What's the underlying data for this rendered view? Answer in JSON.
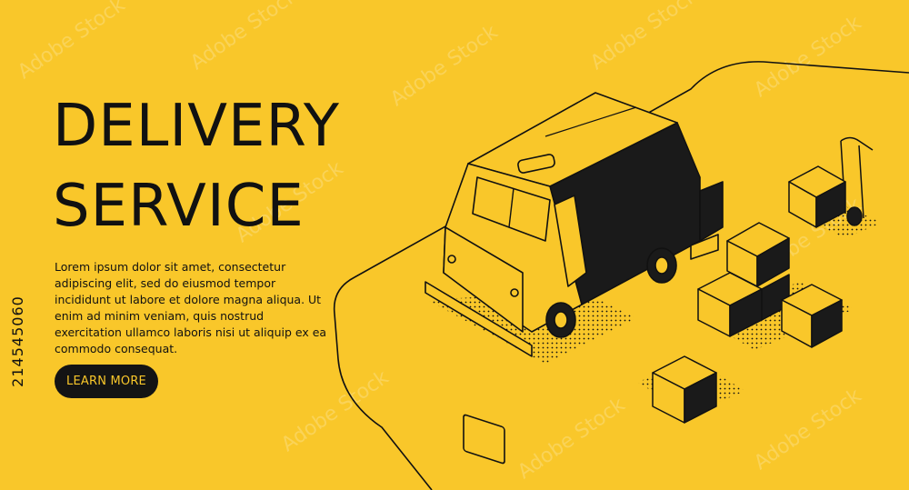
{
  "hero": {
    "headline_line1": "DELIVERY",
    "headline_line2": "SERVICE",
    "body": "Lorem ipsum dolor sit amet, consectetur adipiscing elit, sed do eiusmod tempor incididunt ut labore et dolore magna aliqua. Ut enim ad minim veniam, quis nostrud exercitation ullamco laboris nisi ut aliquip ex ea commodo consequat.",
    "button_label": "LEARN MORE"
  },
  "stock_id": "214545060",
  "watermark": "Adobe Stock",
  "colors": {
    "background": "#f9c72a",
    "ink": "#111111",
    "button_bg": "#141414",
    "button_text": "#f9c72a"
  },
  "icons": [
    "delivery-truck-icon",
    "cardboard-box-icon",
    "hand-truck-icon"
  ]
}
